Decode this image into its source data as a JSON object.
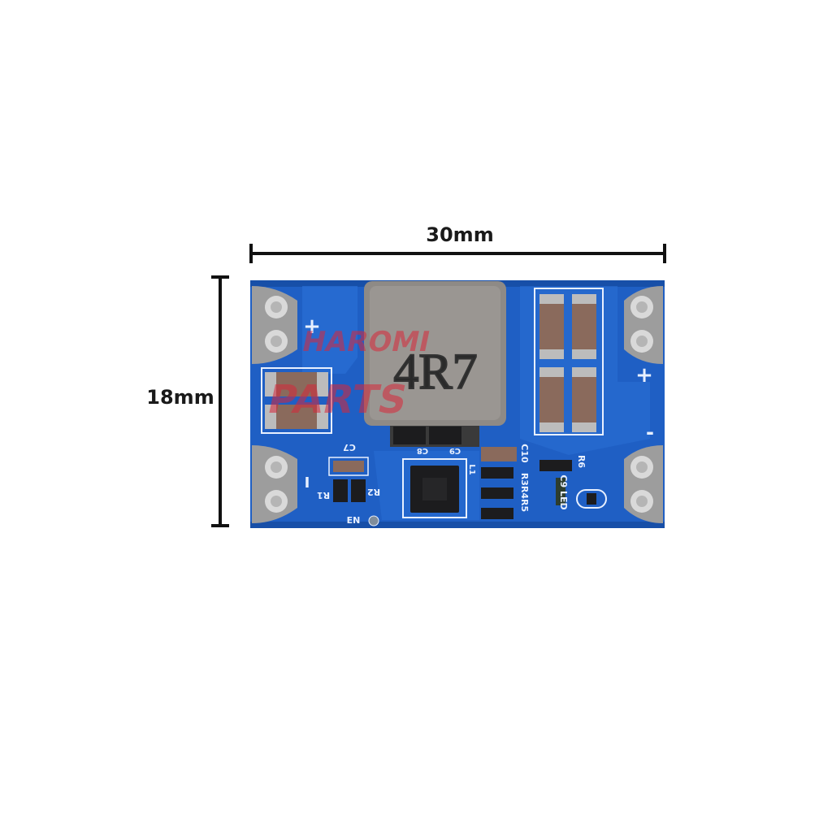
{
  "dimensions": {
    "width_label": "30mm",
    "height_label": "18mm"
  },
  "board": {
    "inductor_marking": "4R7",
    "silkscreen": {
      "plus_top_left": "+",
      "plus_right": "+",
      "minus_right": "-",
      "minus_left": "I",
      "c7": "C7",
      "r1": "R1",
      "r2": "R2",
      "en": "EN",
      "c8": "C8",
      "c9": "C9",
      "l1": "L1",
      "c10": "C10",
      "r3r4r5": "R3R4R5",
      "r6": "R6",
      "c9_led": "C9 LED"
    },
    "watermark_top": "HAROMI",
    "watermark_bottom": "PARTS"
  },
  "colors": {
    "pcb_blue": "#1f5fc4",
    "pcb_dark": "#103f8f",
    "inductor_gray": "#8e8a86",
    "capacitor_brown": "#8a6a5c",
    "ic_black": "#1c1c1e",
    "pad_silver": "#c9c9c9",
    "watermark_red": "#d8283a"
  }
}
